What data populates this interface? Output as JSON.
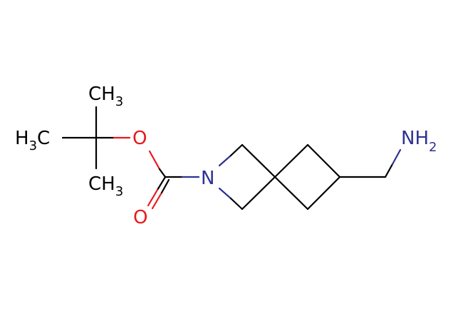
{
  "molecule": {
    "atoms": {
      "methyl_top": {
        "main": "CH",
        "sub": "3"
      },
      "methyl_left": {
        "pre": "H",
        "sub": "3",
        "main": "C"
      },
      "methyl_bottom": {
        "main": "CH",
        "sub": "3"
      },
      "ester_oxygen": "O",
      "carbonyl_oxygen": "O",
      "ring_nitrogen": "N",
      "amine": {
        "main": "NH",
        "sub": "2"
      }
    },
    "colors": {
      "carbon": "#000000",
      "oxygen": "#e8191c",
      "nitrogen": "#2e3192"
    }
  }
}
